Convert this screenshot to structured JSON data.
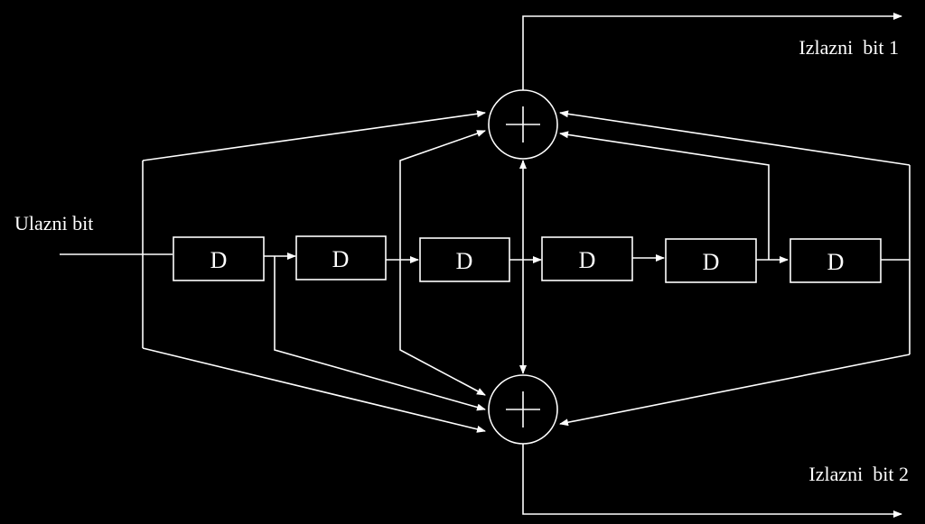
{
  "labels": {
    "input": "Ulazni bit",
    "output1": "Izlazni  bit 1",
    "output2": "Izlazni  bit 2"
  },
  "delay_blocks": [
    "D",
    "D",
    "D",
    "D",
    "D",
    "D"
  ],
  "colors": {
    "background": "#000000",
    "stroke": "#ffffff"
  }
}
